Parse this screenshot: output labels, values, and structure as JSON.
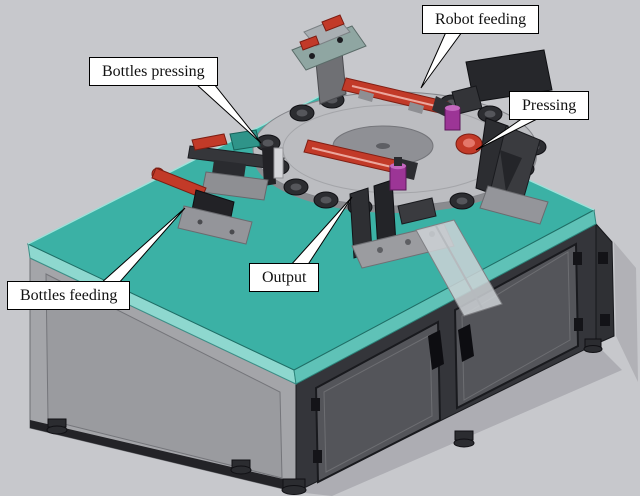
{
  "callouts": [
    {
      "id": "robot-feeding",
      "label": "Robot feeding"
    },
    {
      "id": "bottles-pressing",
      "label": "Bottles pressing"
    },
    {
      "id": "pressing",
      "label": "Pressing"
    },
    {
      "id": "bottles-feeding",
      "label": "Bottles feeding"
    },
    {
      "id": "output",
      "label": "Output"
    }
  ],
  "colors": {
    "background": "#c7c8cc",
    "table_top": "#3bb1a5",
    "table_edge_light": "#8ed8cf",
    "table_edge_dark": "#5fc2b7",
    "cabinet_front": "#34353a",
    "cabinet_door": "#54555a",
    "side_panel": "#a4a5a9",
    "disc": "#bcbdc1",
    "accent_red": "#c23a28",
    "accent_magenta": "#9c3596",
    "callout_bg": "#ffffff",
    "callout_border": "#000000"
  }
}
